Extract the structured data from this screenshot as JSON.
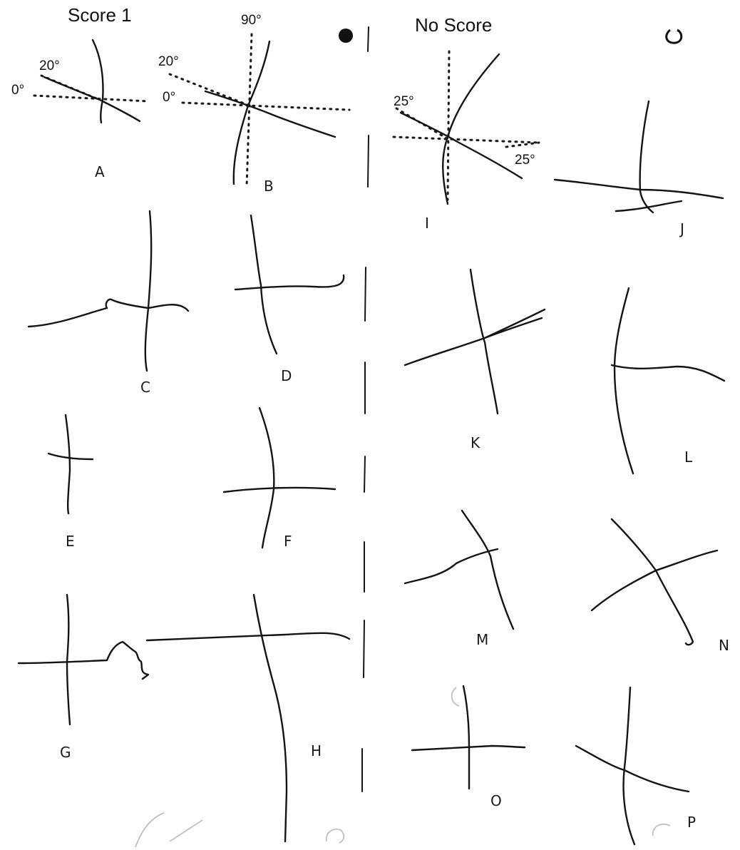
{
  "headings": {
    "left": "Score 1",
    "right": "No Score"
  },
  "angles": {
    "a_top": "20°",
    "a_base": "0°",
    "b_vertical": "90°",
    "b_top": "20°",
    "b_base": "0°",
    "i_top": "25°",
    "i_bottom": "25°"
  },
  "figures": [
    {
      "id": "A",
      "label": "A"
    },
    {
      "id": "B",
      "label": "B"
    },
    {
      "id": "C",
      "label": "C"
    },
    {
      "id": "D",
      "label": "D"
    },
    {
      "id": "E",
      "label": "E"
    },
    {
      "id": "F",
      "label": "F"
    },
    {
      "id": "G",
      "label": "G"
    },
    {
      "id": "H",
      "label": "H"
    },
    {
      "id": "I",
      "label": "I"
    },
    {
      "id": "J",
      "label": "J"
    },
    {
      "id": "K",
      "label": "K"
    },
    {
      "id": "L",
      "label": "L"
    },
    {
      "id": "M",
      "label": "M"
    },
    {
      "id": "N",
      "label": "N"
    },
    {
      "id": "O",
      "label": "O"
    },
    {
      "id": "P",
      "label": "P"
    }
  ]
}
